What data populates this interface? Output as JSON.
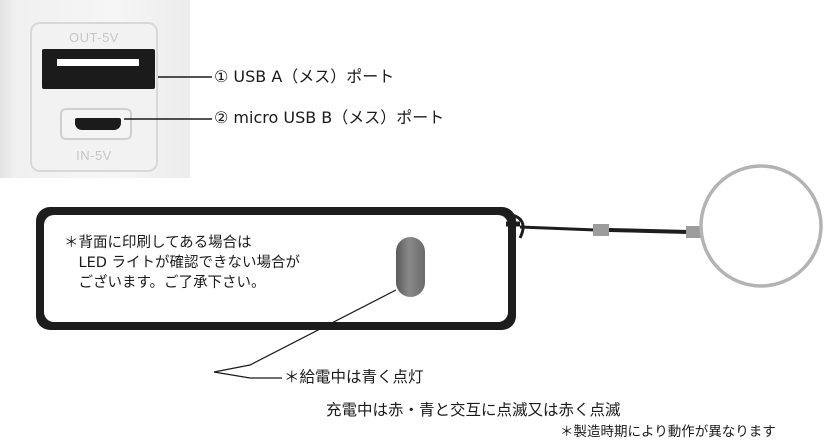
{
  "port_panel": {
    "top_label": "OUT-5V",
    "bottom_label": "IN-5V"
  },
  "callouts": [
    {
      "text": "① USB A（メス）ポート"
    },
    {
      "text": "② micro USB B（メス）ポート"
    }
  ],
  "tag_note": {
    "lines": [
      "＊背面に印刷してある場合は",
      "　LED ライトが確認できない場合が",
      "　ございます。ご了承下さい。"
    ]
  },
  "led_info": {
    "line1": "＊給電中は青く点灯",
    "line2": "充電中は赤・青と交互に点滅又は赤く点滅"
  },
  "footnote": "＊製造時期により動作が異なります",
  "colors": {
    "device_dark": "#1d1d1d",
    "port_black": "#1b1b1b",
    "ring_gray": "#b3b3b3",
    "panel_gray": "#efefef"
  }
}
